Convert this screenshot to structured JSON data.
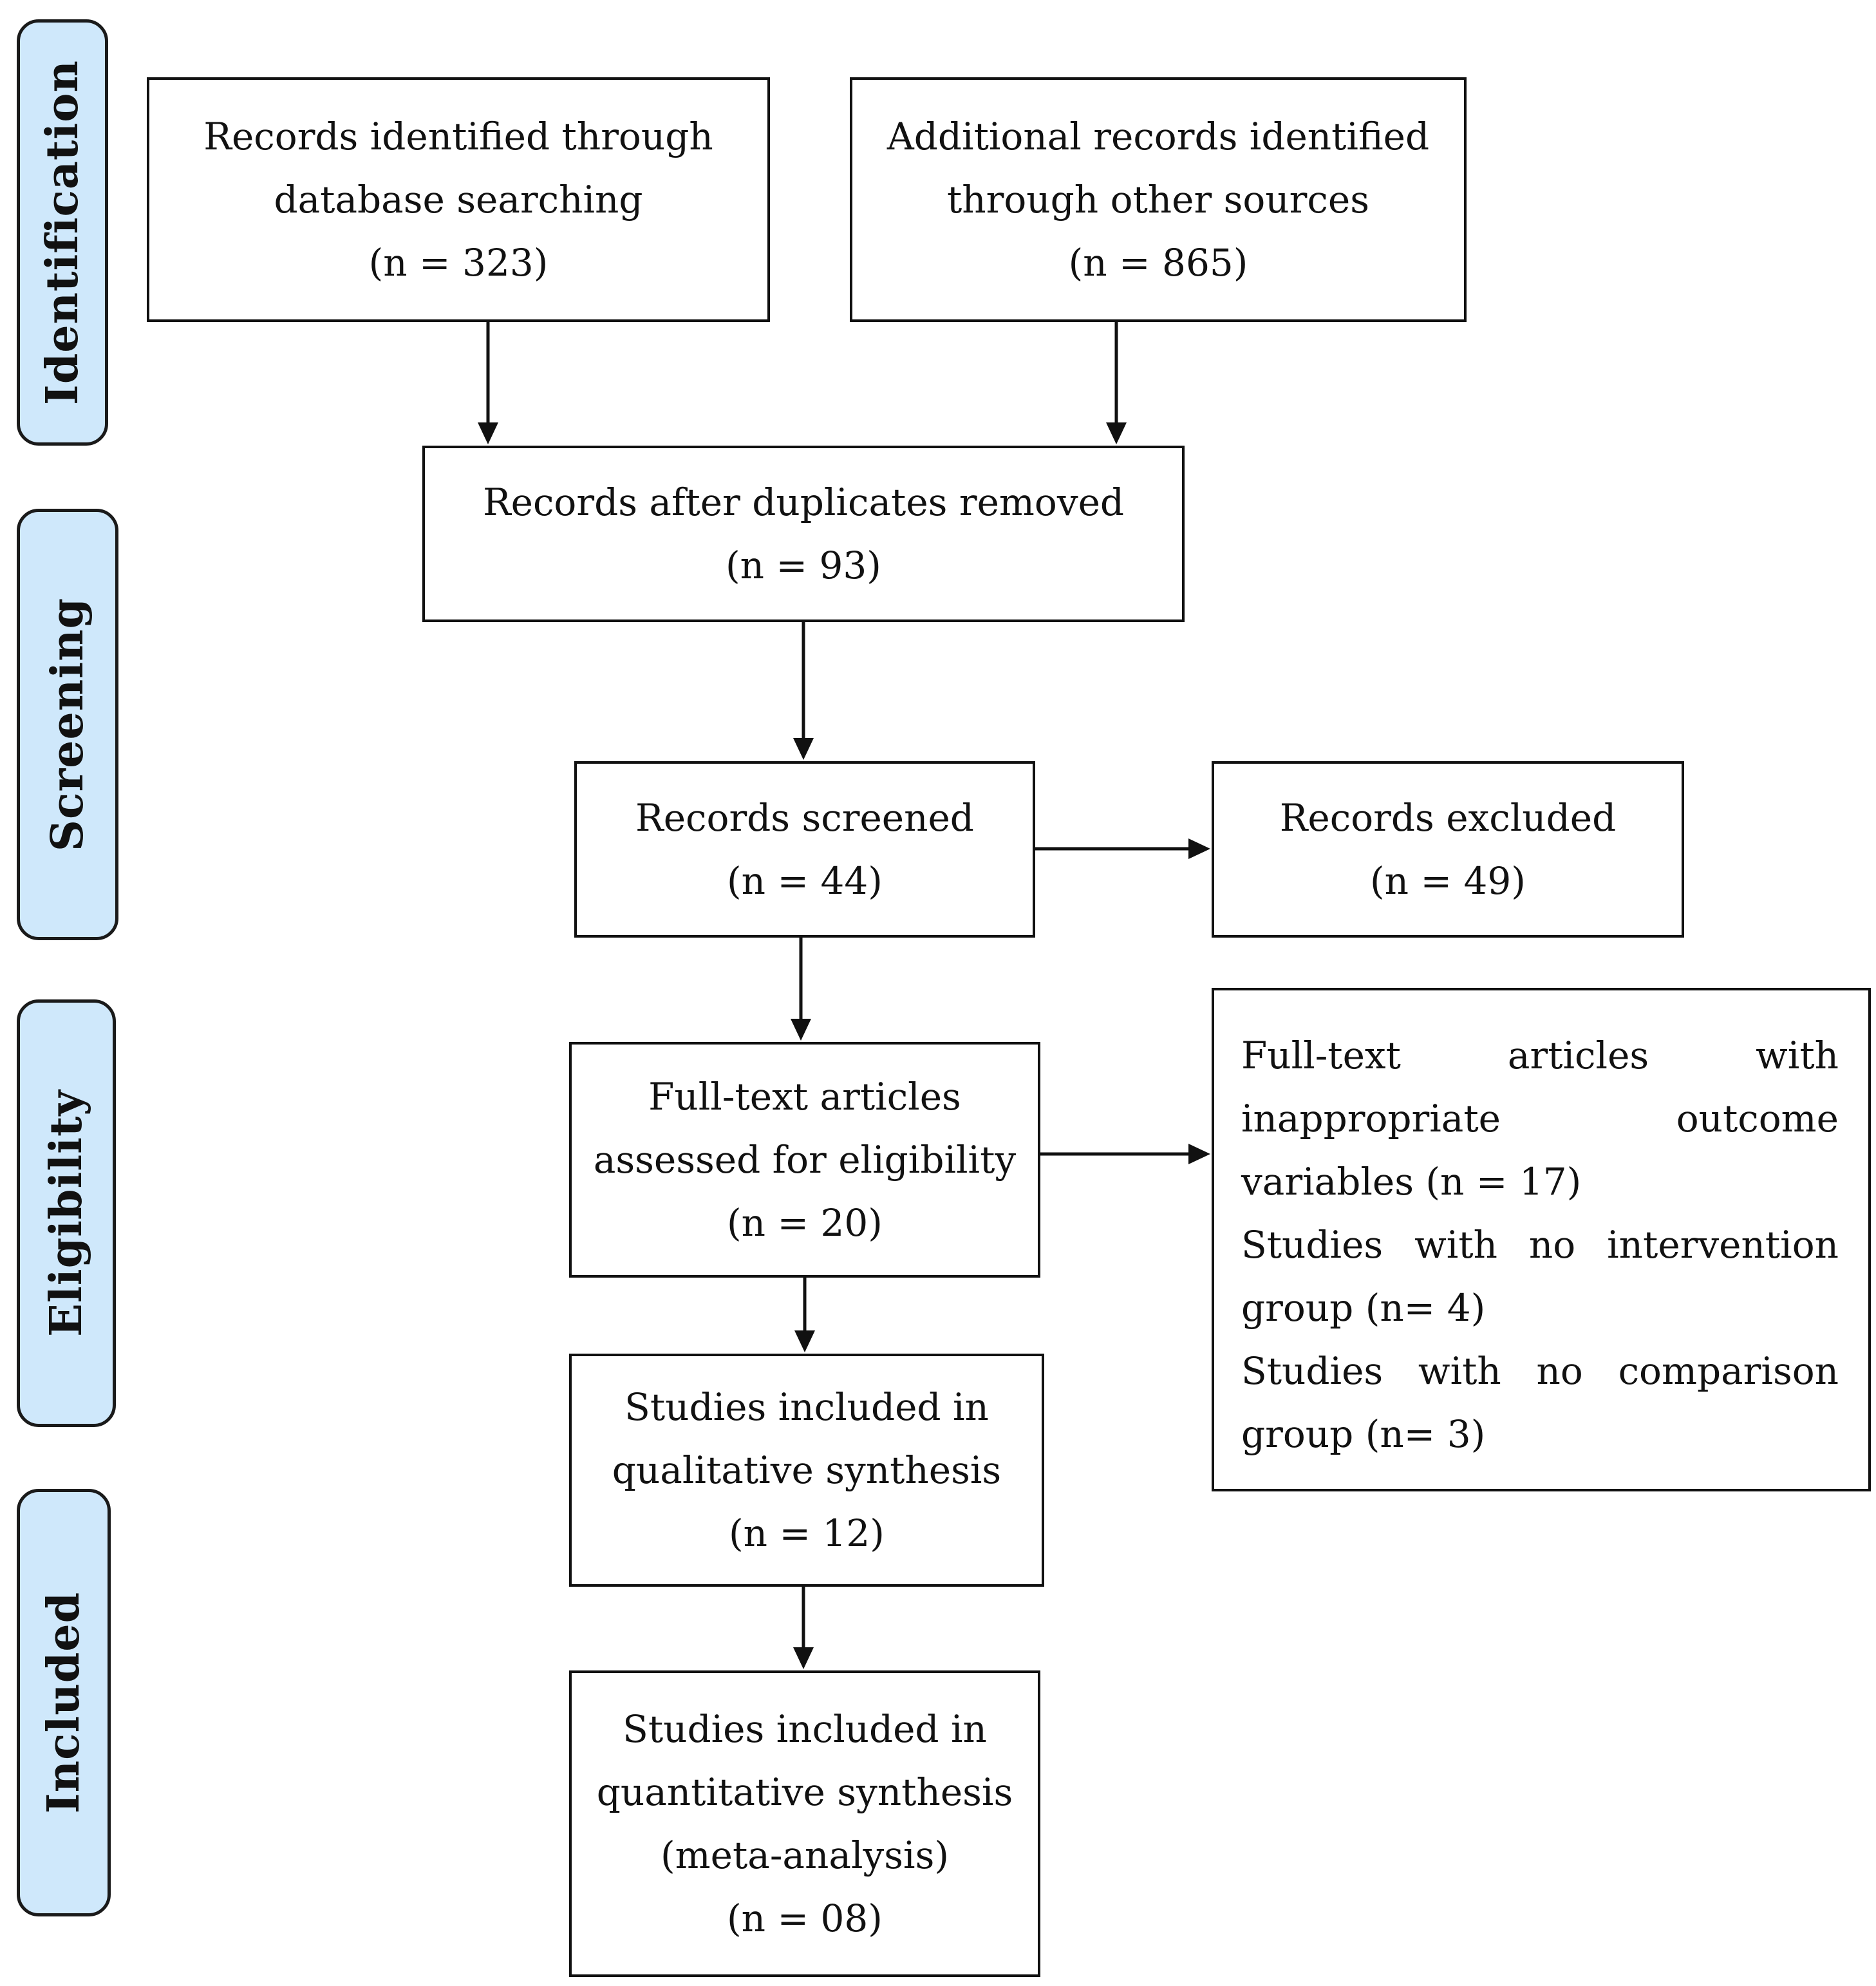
{
  "stages": {
    "identification": "Identification",
    "screening": "Screening",
    "eligibility": "Eligibility",
    "included": "Included"
  },
  "boxes": {
    "database": {
      "lines": [
        "Records identified through",
        "database searching",
        "(n = 323)"
      ]
    },
    "other_sources": {
      "lines": [
        "Additional records identified",
        "through other sources",
        "(n = 865)"
      ]
    },
    "duplicates_removed": {
      "lines": [
        "Records after duplicates removed",
        "(n = 93)"
      ]
    },
    "screened": {
      "lines": [
        "Records screened",
        "(n = 44)"
      ]
    },
    "excluded": {
      "lines": [
        "Records excluded",
        "(n = 49)"
      ]
    },
    "full_text": {
      "lines": [
        "Full-text articles",
        "assessed for eligibility",
        "(n = 20)"
      ]
    },
    "qualitative": {
      "lines": [
        "Studies included in",
        "qualitative synthesis",
        "(n = 12)"
      ]
    },
    "quantitative": {
      "lines": [
        "Studies included in",
        "quantitative synthesis",
        "(meta-analysis)",
        "(n = 08)"
      ]
    }
  },
  "exclusions": {
    "line1": [
      "Full-text",
      "articles",
      "with"
    ],
    "line2": [
      "inappropriate",
      "outcome"
    ],
    "line3": "variables (n = 17)",
    "line4": [
      "Studies",
      "with",
      "no",
      "intervention"
    ],
    "line5": "group (n= 4)",
    "line6": [
      "Studies",
      "with",
      "no",
      "comparison"
    ],
    "line7": "group (n= 3)"
  }
}
